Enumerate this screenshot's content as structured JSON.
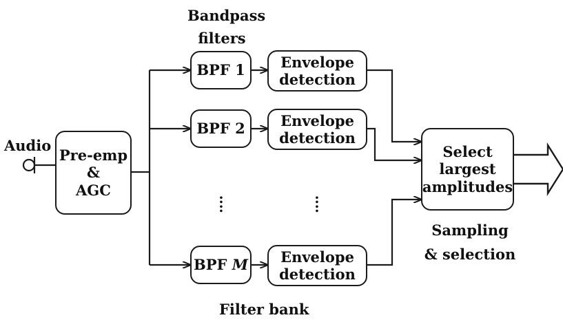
{
  "labels": {
    "audio": "Audio",
    "bandpass": "Bandpass",
    "filters": "filters",
    "filter_bank": "Filter bank",
    "sampling": "Sampling",
    "selection": "& selection"
  },
  "boxes": {
    "preemp": [
      "Pre-emp",
      "&",
      "AGC"
    ],
    "bpf1": "BPF 1",
    "bpf2": "BPF 2",
    "bpfm_prefix": "BPF",
    "bpfm_index": "M",
    "envelope": [
      "Envelope",
      "detection"
    ],
    "select": [
      "Select",
      "largest",
      "amplitudes"
    ]
  },
  "dots": ":"
}
